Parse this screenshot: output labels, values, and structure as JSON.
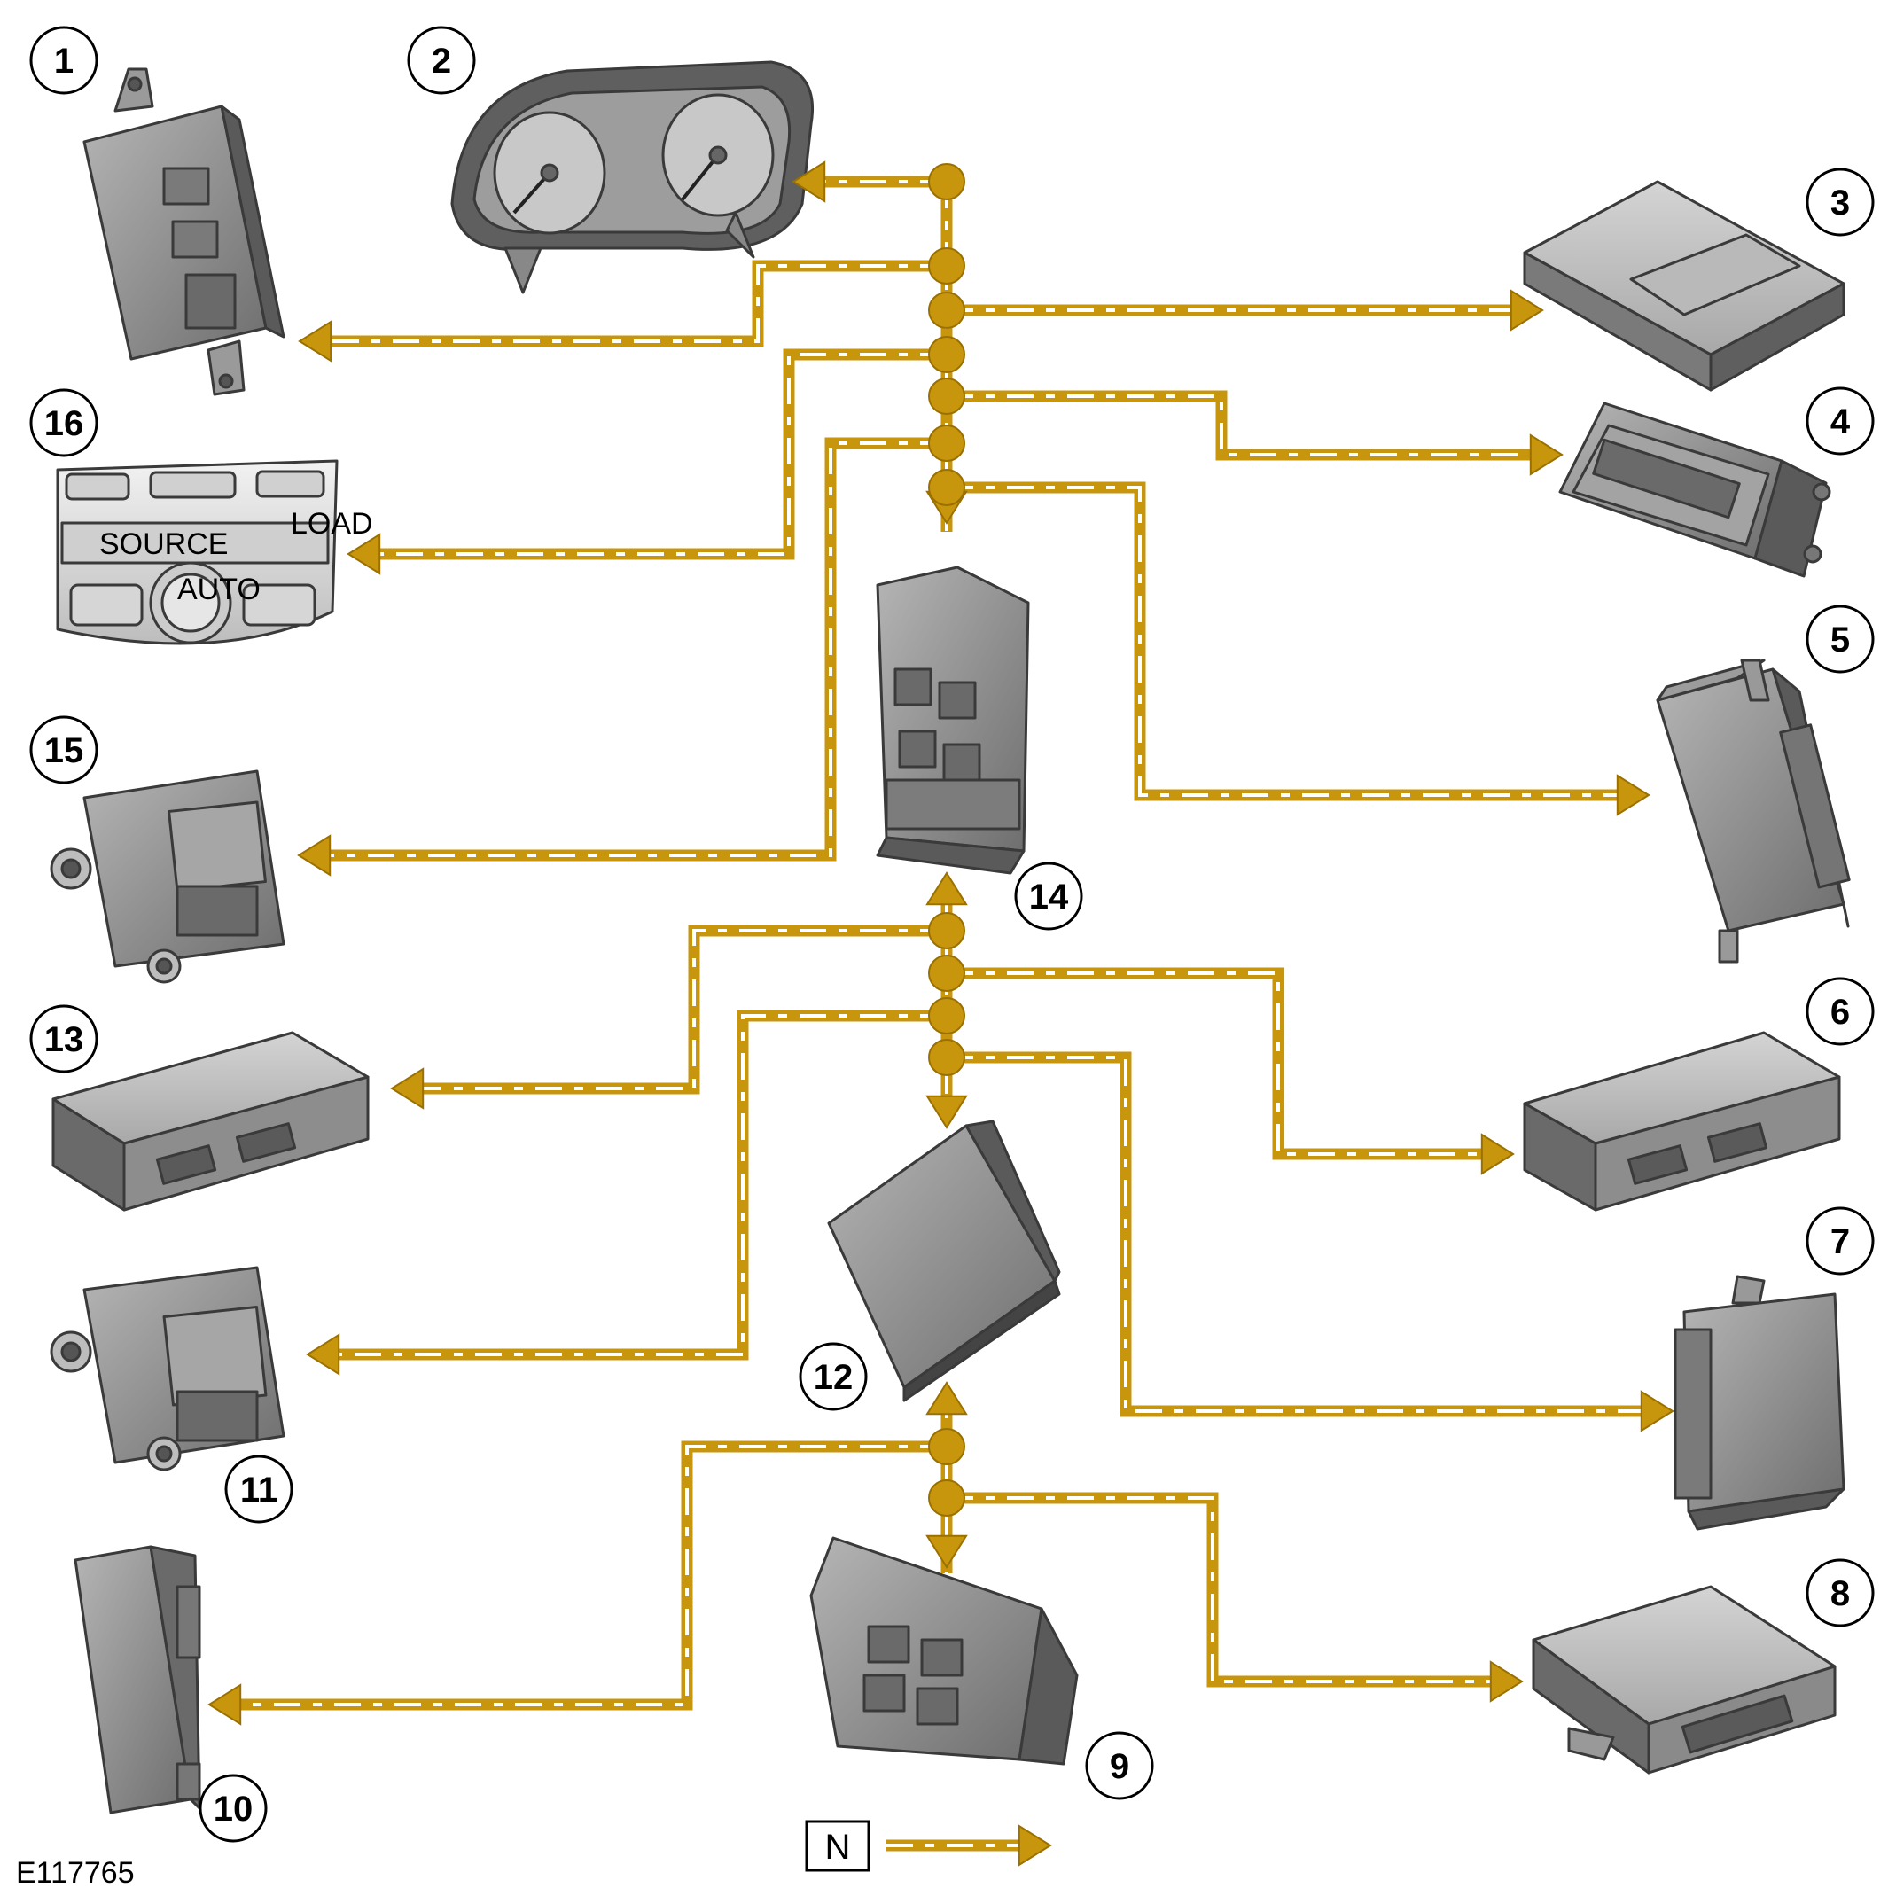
{
  "diagram": {
    "reference": "E117765",
    "legend_label": "N",
    "bus_color": "#c8960c",
    "dash_color": "#ffffff",
    "module_color": "#8a8a8a",
    "module_edge": "#3a3a3a",
    "components": [
      {
        "id": "1",
        "label": "1",
        "name": "module-1"
      },
      {
        "id": "2",
        "label": "2",
        "name": "instrument-cluster"
      },
      {
        "id": "3",
        "label": "3",
        "name": "module-3"
      },
      {
        "id": "4",
        "label": "4",
        "name": "diagnostic-connector"
      },
      {
        "id": "5",
        "label": "5",
        "name": "module-5"
      },
      {
        "id": "6",
        "label": "6",
        "name": "module-6"
      },
      {
        "id": "7",
        "label": "7",
        "name": "module-7"
      },
      {
        "id": "8",
        "label": "8",
        "name": "module-8"
      },
      {
        "id": "9",
        "label": "9",
        "name": "fuse-box-9"
      },
      {
        "id": "10",
        "label": "10",
        "name": "module-10"
      },
      {
        "id": "11",
        "label": "11",
        "name": "module-11"
      },
      {
        "id": "12",
        "label": "12",
        "name": "module-12"
      },
      {
        "id": "13",
        "label": "13",
        "name": "module-13"
      },
      {
        "id": "14",
        "label": "14",
        "name": "fuse-box-14"
      },
      {
        "id": "15",
        "label": "15",
        "name": "module-15"
      },
      {
        "id": "16",
        "label": "16",
        "name": "control-panel-16"
      }
    ],
    "control_panel_labels": {
      "load": "LOAD",
      "source": "SOURCE",
      "auto": "AUTO"
    }
  }
}
